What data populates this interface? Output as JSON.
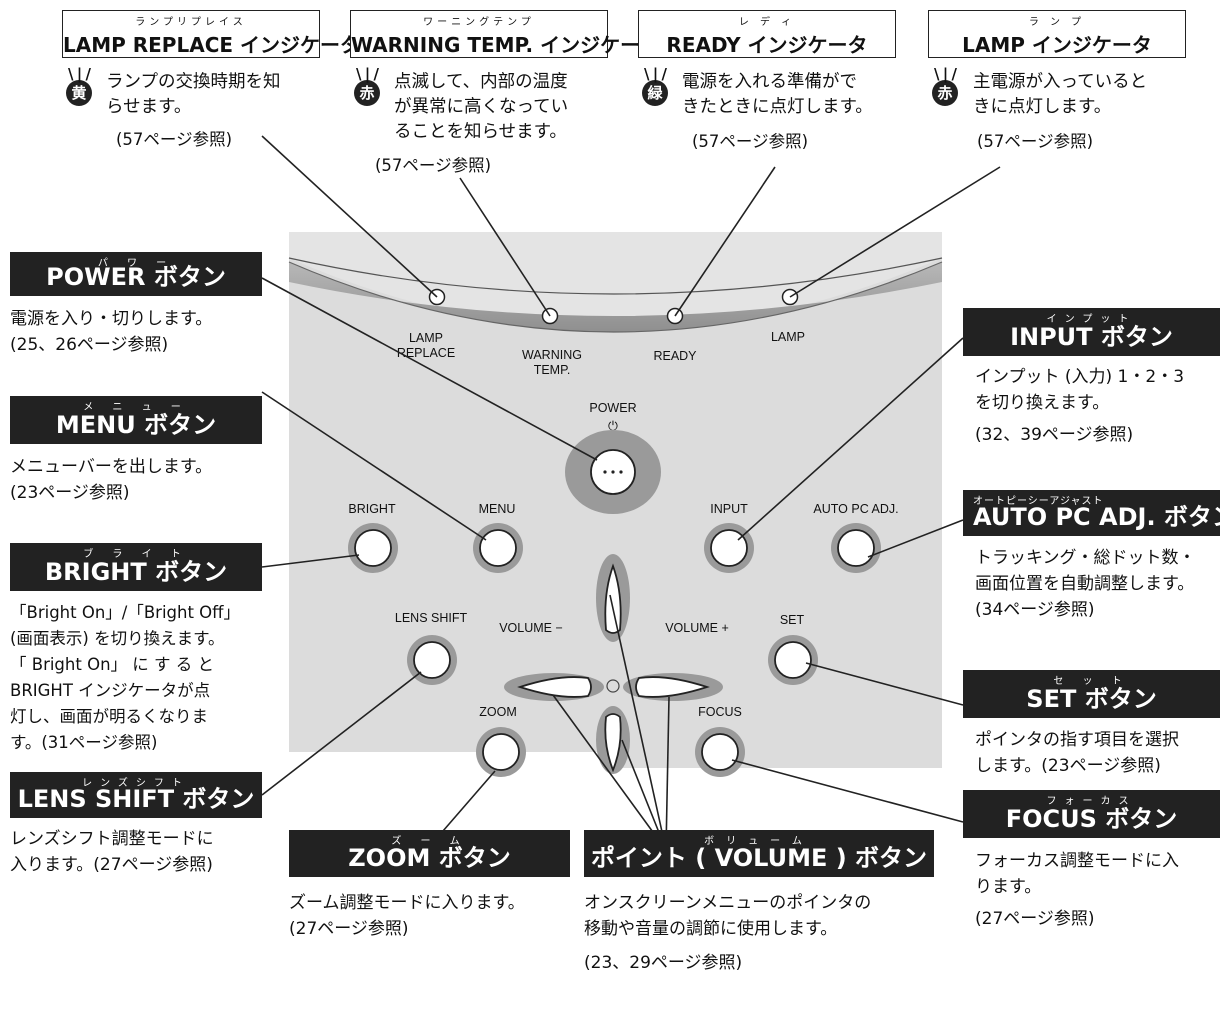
{
  "indicators": [
    {
      "ruby": "ランプリプレイス",
      "title": "LAMP REPLACE インジケータ",
      "color_char": "黄",
      "desc1": "ランプの交換時期を知",
      "desc2": "らせます。",
      "desc3": "",
      "ref": "(57ページ参照)"
    },
    {
      "ruby": "ワーニングテンプ",
      "title": "WARNING TEMP. インジケータ",
      "color_char": "赤",
      "desc1": "点滅して、内部の温度",
      "desc2": "が異常に高くなってい",
      "desc3": "ることを知らせます。",
      "ref": "(57ページ参照)"
    },
    {
      "ruby": "レ デ ィ",
      "title": "READY インジケータ",
      "color_char": "緑",
      "desc1": "電源を入れる準備がで",
      "desc2": "きたときに点灯します。",
      "desc3": "",
      "ref": "(57ページ参照)"
    },
    {
      "ruby": "ラ ン プ",
      "title": "LAMP インジケータ",
      "color_char": "赤",
      "desc1": "主電源が入っていると",
      "desc2": "きに点灯します。",
      "desc3": "",
      "ref": "(57ページ参照)"
    }
  ],
  "panel": {
    "lamp_replace_1": "LAMP",
    "lamp_replace_2": "REPLACE",
    "warning_1": "WARNING",
    "warning_2": "TEMP.",
    "ready": "READY",
    "lamp": "LAMP",
    "power": "POWER",
    "power_symbol": "⏻",
    "bright": "BRIGHT",
    "menu": "MENU",
    "input": "INPUT",
    "auto_pc": "AUTO PC ADJ.",
    "lens_shift": "LENS SHIFT",
    "volume_minus": "VOLUME −",
    "volume_plus": "VOLUME +",
    "set": "SET",
    "zoom": "ZOOM",
    "focus": "FOCUS"
  },
  "labels": {
    "power": {
      "ruby": "パ ワ ー",
      "title": "POWER ボタン",
      "desc1": "電源を入り・切りします。",
      "desc2": "(25、26ページ参照)"
    },
    "menu": {
      "ruby": "メ ニ ュ ー",
      "title": "MENU ボタン",
      "desc1": "メニューバーを出します。",
      "desc2": "(23ページ参照)"
    },
    "bright": {
      "ruby": "ブ ラ イ ト",
      "title": "BRIGHT ボタン",
      "desc1": "「Bright On」/「Bright Off」",
      "desc2": "(画面表示) を切り換えます。",
      "desc3": "「 Bright On」 に す る と",
      "desc4": "BRIGHT インジケータが点",
      "desc5": "灯し、画面が明るくなりま",
      "desc6": "す。(31ページ参照)"
    },
    "lens_shift": {
      "ruby": "レンズシフト",
      "title": "LENS SHIFT ボタン",
      "desc1": "レンズシフト調整モードに",
      "desc2": "入ります。(27ページ参照)"
    },
    "zoom": {
      "ruby": "ズ ー ム",
      "title": "ZOOM ボタン",
      "desc1": "ズーム調整モードに入ります。",
      "desc2": "(27ページ参照)"
    },
    "volume": {
      "ruby": "ボリューム",
      "title": "ポイント ( VOLUME ) ボタン",
      "desc1": "オンスクリーンメニューのポインタの",
      "desc2": "移動や音量の調節に使用します。",
      "desc3": "(23、29ページ参照)"
    },
    "input": {
      "ruby": "インプット",
      "title": "INPUT ボタン",
      "desc1": "インプット (入力) 1・2・3",
      "desc2": "を切り換えます。",
      "desc3": "(32、39ページ参照)"
    },
    "auto_pc": {
      "ruby": "オートピーシーアジャスト",
      "title": "AUTO PC ADJ. ボタン",
      "desc1": "トラッキング・総ドット数・",
      "desc2": "画面位置を自動調整します。",
      "desc3": "(34ページ参照)"
    },
    "set": {
      "ruby": "セ ッ ト",
      "title": "SET ボタン",
      "desc1": "ポインタの指す項目を選択",
      "desc2": "します。(23ページ参照)"
    },
    "focus": {
      "ruby": "フォーカス",
      "title": "FOCUS ボタン",
      "desc1": "フォーカス調整モードに入",
      "desc2": "ります。",
      "desc3": "(27ページ参照)"
    }
  }
}
